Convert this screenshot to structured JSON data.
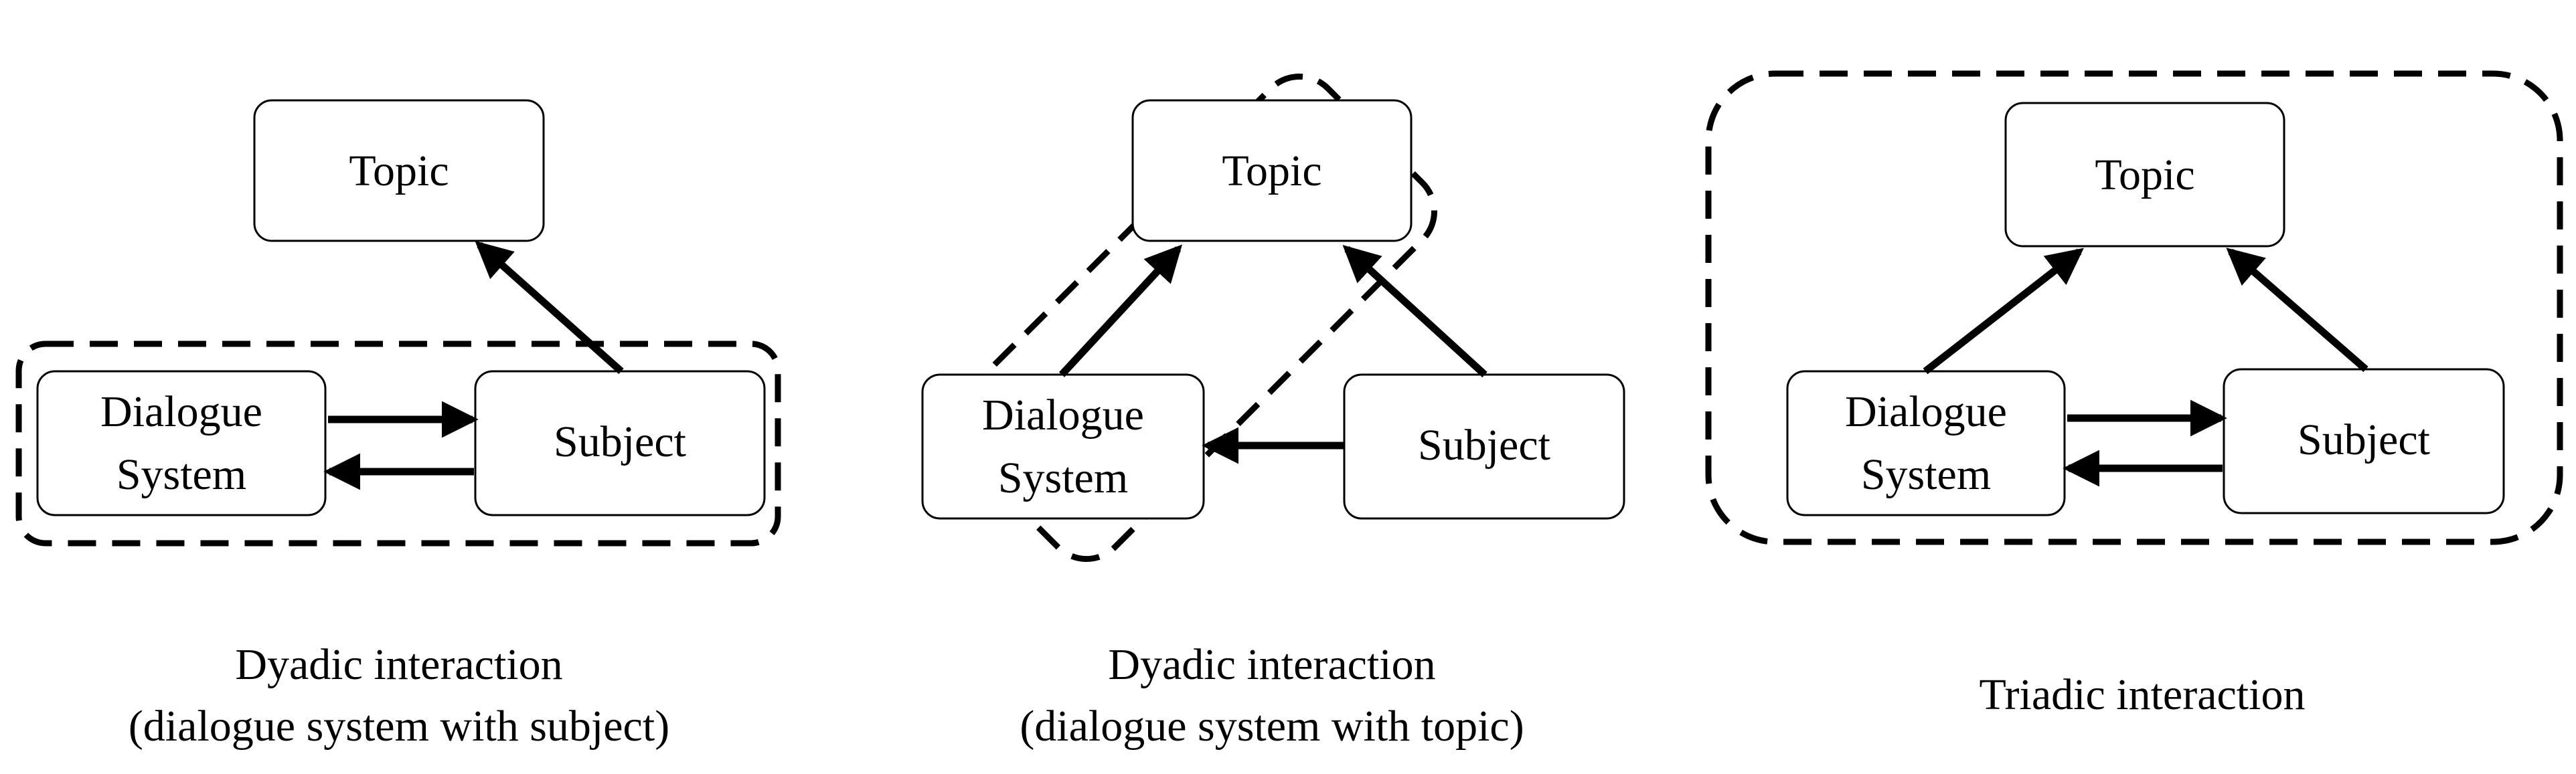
{
  "panels": [
    {
      "topic": "Topic",
      "system_line1": "Dialogue",
      "system_line2": "System",
      "subject": "Subject",
      "caption_line1": "Dyadic interaction",
      "caption_line2": "(dialogue system with subject)"
    },
    {
      "topic": "Topic",
      "system_line1": "Dialogue",
      "system_line2": "System",
      "subject": "Subject",
      "caption_line1": "Dyadic interaction",
      "caption_line2": "(dialogue system with topic)"
    },
    {
      "topic": "Topic",
      "system_line1": "Dialogue",
      "system_line2": "System",
      "subject": "Subject",
      "caption_line1": "Triadic interaction",
      "caption_line2": ""
    }
  ]
}
